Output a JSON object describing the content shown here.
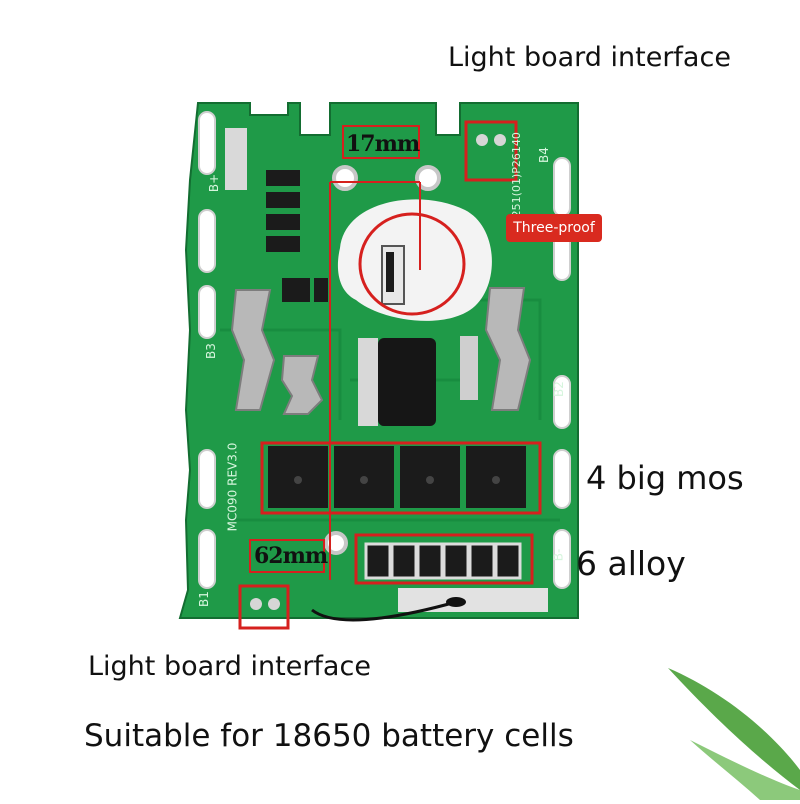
{
  "captions": {
    "light_board_top": "Light board interface",
    "light_board_bottom": "Light board interface",
    "suitable": "Suitable for 18650 battery cells",
    "mos": "4 big mos",
    "alloy": "6 alloy",
    "three_proof": "Three-proof",
    "dim_width": "17mm",
    "dim_height": "62mm"
  },
  "board_silkscreen": {
    "b_plus": "B+",
    "b4": "B4",
    "b3": "B3",
    "b2": "B2",
    "b1": "B1",
    "b_minus": "B-",
    "model": "MC090 REV3.0",
    "part_code": "A251(01)P26140"
  },
  "colors": {
    "board_green": "#1f9a48",
    "board_dark": "#157a37",
    "highlight_red": "#d6201e",
    "tag_red": "#d92a1f",
    "leaf_green": "#5aa84a"
  },
  "icons": [
    "bamboo-leaf-icon"
  ]
}
